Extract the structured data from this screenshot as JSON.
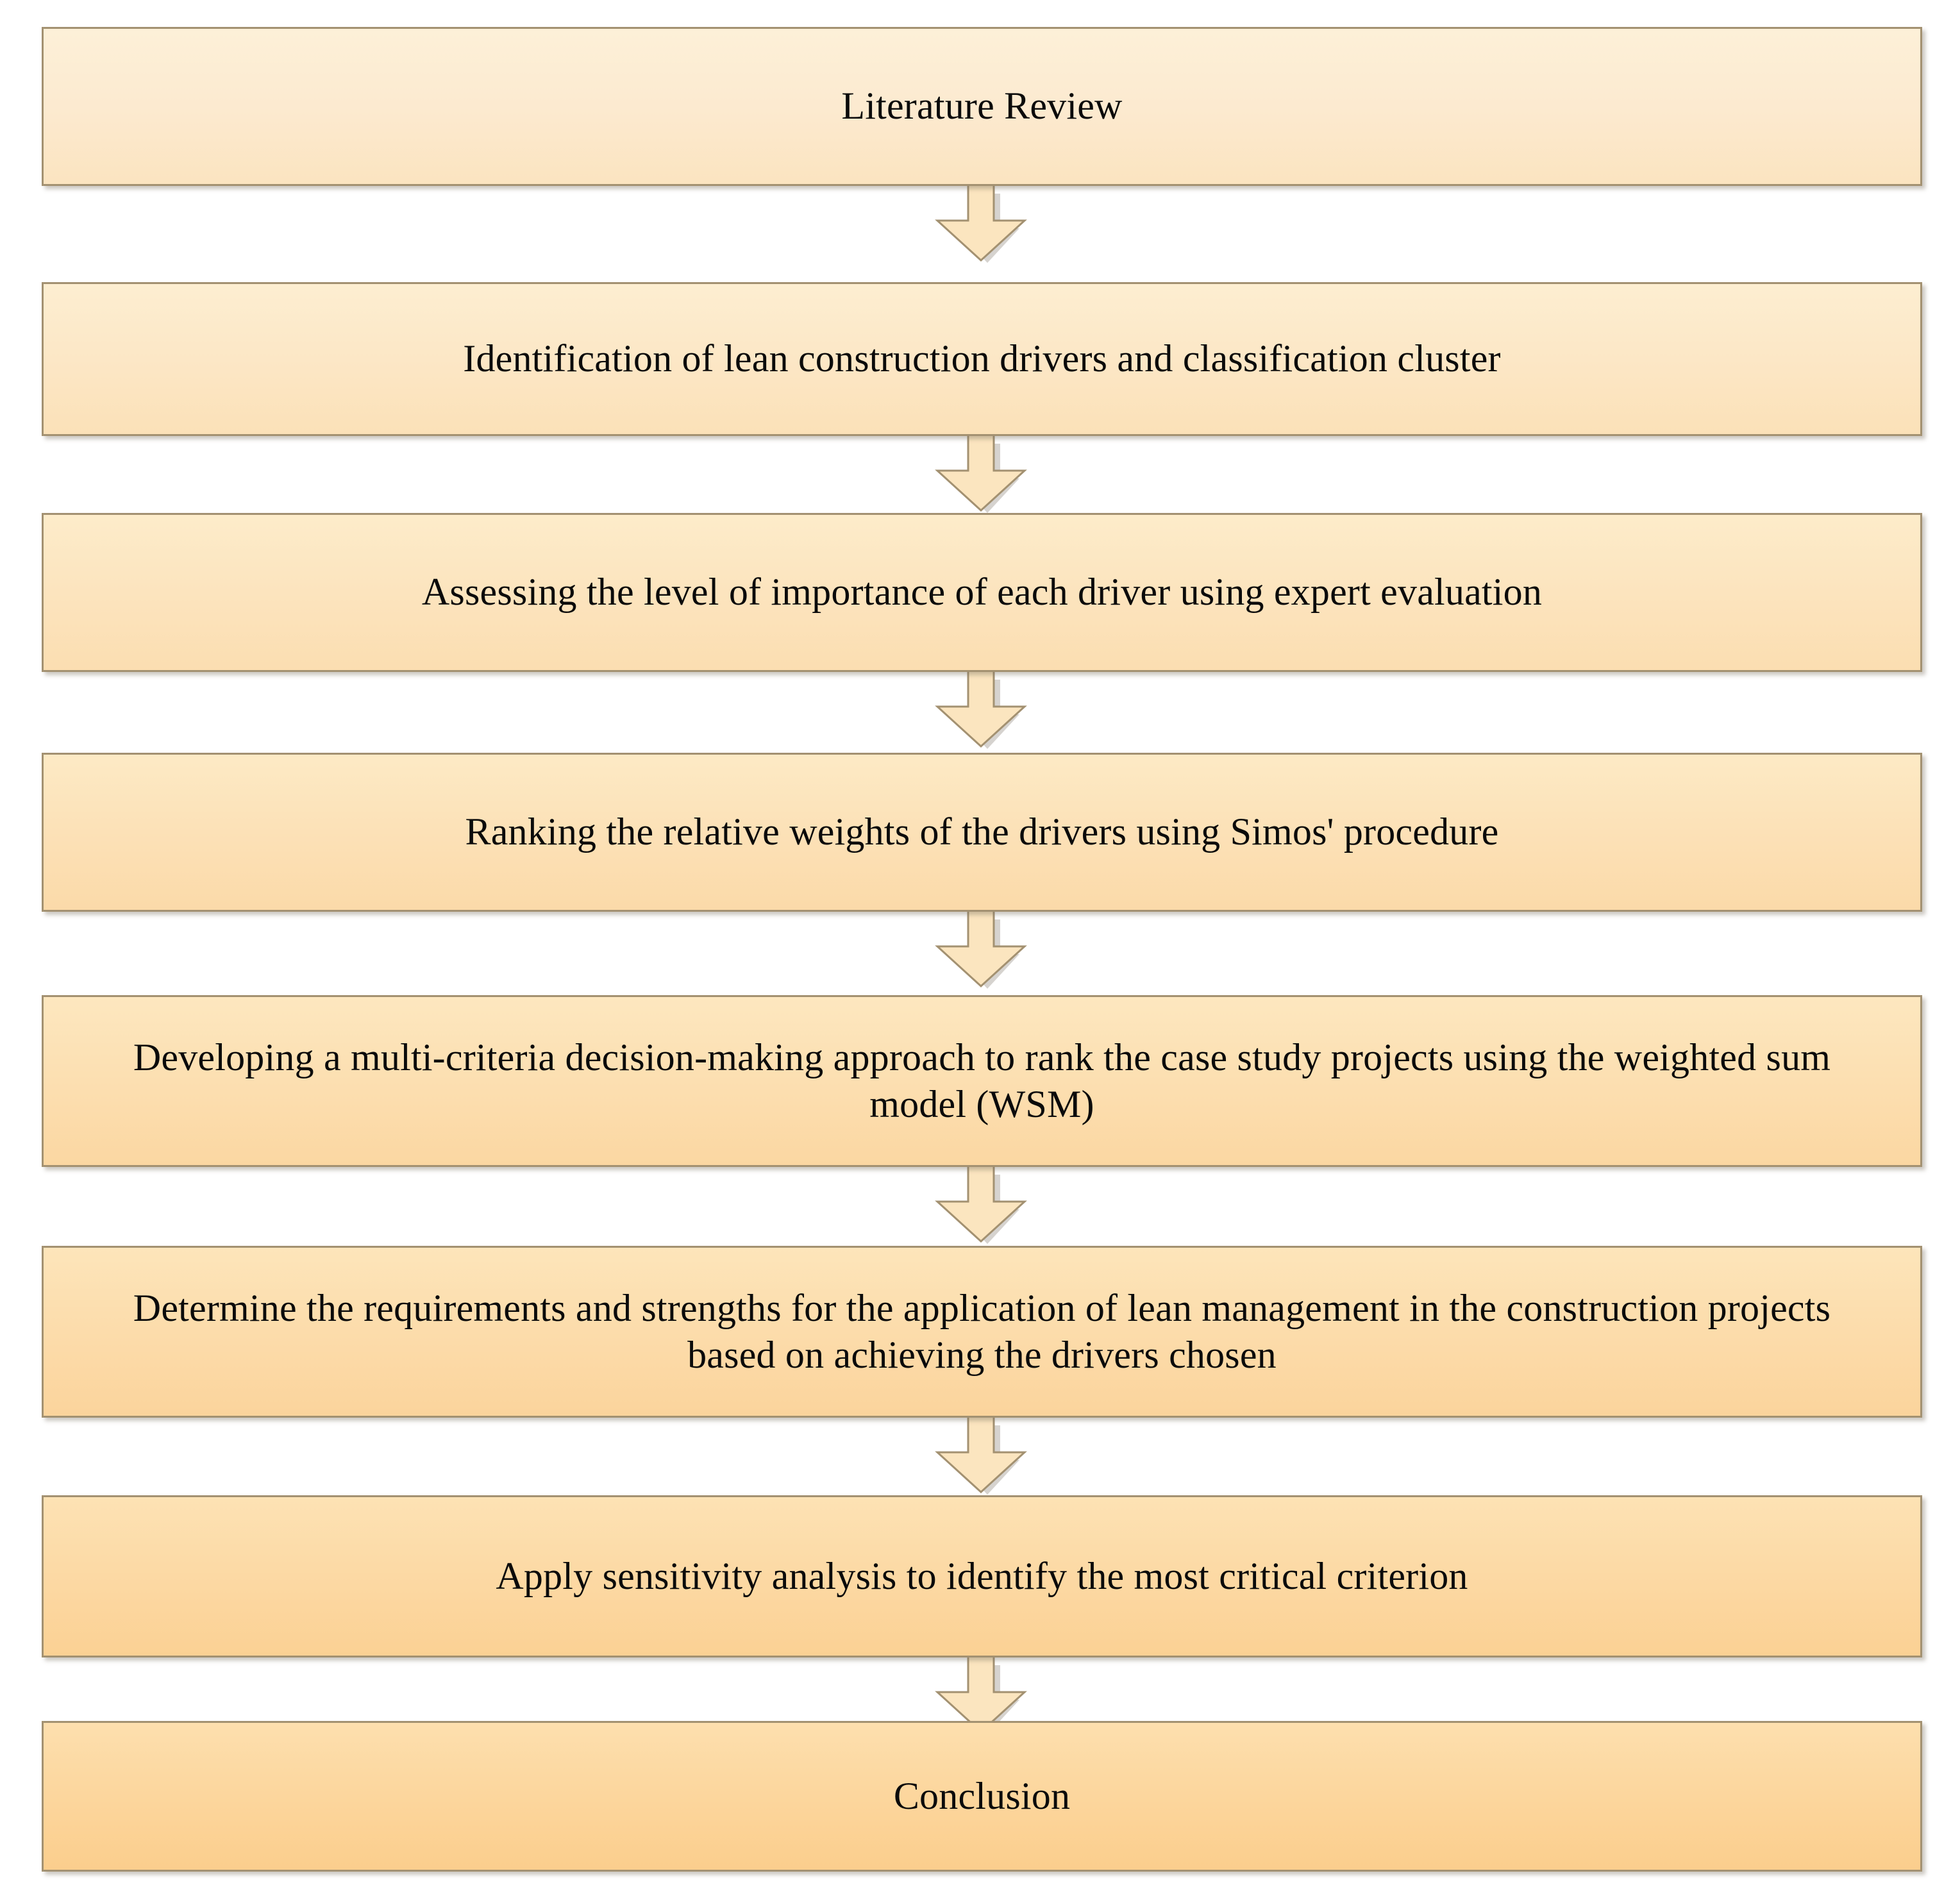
{
  "diagram": {
    "title": "Research methodology flowchart",
    "orientation": "top-to-bottom",
    "node_shape": "rectangle",
    "connector_shape": "down-block-arrow",
    "colors": {
      "node_fill_light": "#FDF0D8",
      "node_fill_dark": "#FBCE8D",
      "node_border": "#A39171",
      "arrow_fill": "#FBE5BF",
      "arrow_border": "#A39171",
      "text": "#0B0B0B",
      "background": "#FFFFFF"
    },
    "nodes": [
      {
        "id": "step-1",
        "order": 1,
        "label": "Literature Review"
      },
      {
        "id": "step-2",
        "order": 2,
        "label": "Identification of lean construction drivers and classification cluster"
      },
      {
        "id": "step-3",
        "order": 3,
        "label": "Assessing the level of importance of each driver using expert evaluation"
      },
      {
        "id": "step-4",
        "order": 4,
        "label": "Ranking the relative weights of the drivers using Simos' procedure"
      },
      {
        "id": "step-5",
        "order": 5,
        "label": "Developing a multi-criteria decision-making approach to rank the case study projects using the weighted sum model (WSM)"
      },
      {
        "id": "step-6",
        "order": 6,
        "label": "Determine the requirements and strengths for the application of lean management in the construction projects based on achieving the drivers chosen"
      },
      {
        "id": "step-7",
        "order": 7,
        "label": "Apply sensitivity analysis to identify the most critical criterion"
      },
      {
        "id": "step-8",
        "order": 8,
        "label": "Conclusion"
      }
    ],
    "connectors": [
      {
        "id": "arrow-1-2",
        "from": "step-1",
        "to": "step-2"
      },
      {
        "id": "arrow-2-3",
        "from": "step-2",
        "to": "step-3"
      },
      {
        "id": "arrow-3-4",
        "from": "step-3",
        "to": "step-4"
      },
      {
        "id": "arrow-4-5",
        "from": "step-4",
        "to": "step-5"
      },
      {
        "id": "arrow-5-6",
        "from": "step-5",
        "to": "step-6"
      },
      {
        "id": "arrow-6-7",
        "from": "step-6",
        "to": "step-7"
      },
      {
        "id": "arrow-7-8",
        "from": "step-7",
        "to": "step-8"
      }
    ]
  }
}
